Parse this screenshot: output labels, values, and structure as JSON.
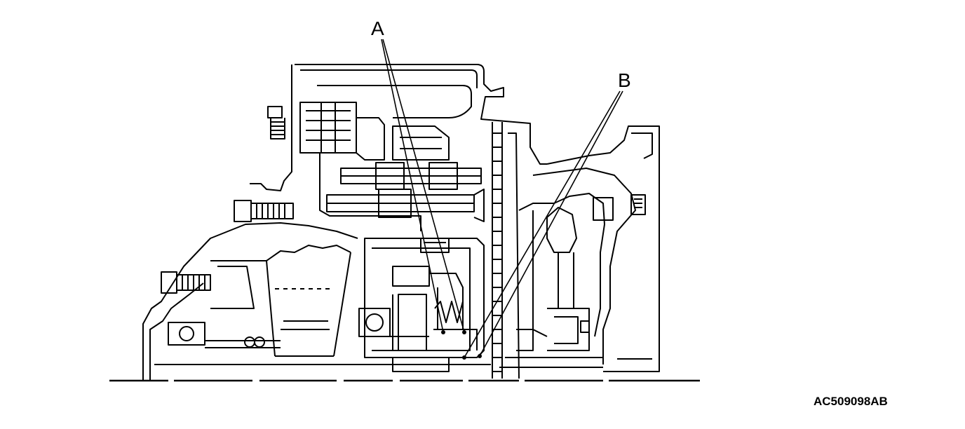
{
  "callouts": {
    "a": "A",
    "b": "B"
  },
  "figure_code": "AC509098AB",
  "colors": {
    "ink": "#000000",
    "background": "#ffffff"
  }
}
